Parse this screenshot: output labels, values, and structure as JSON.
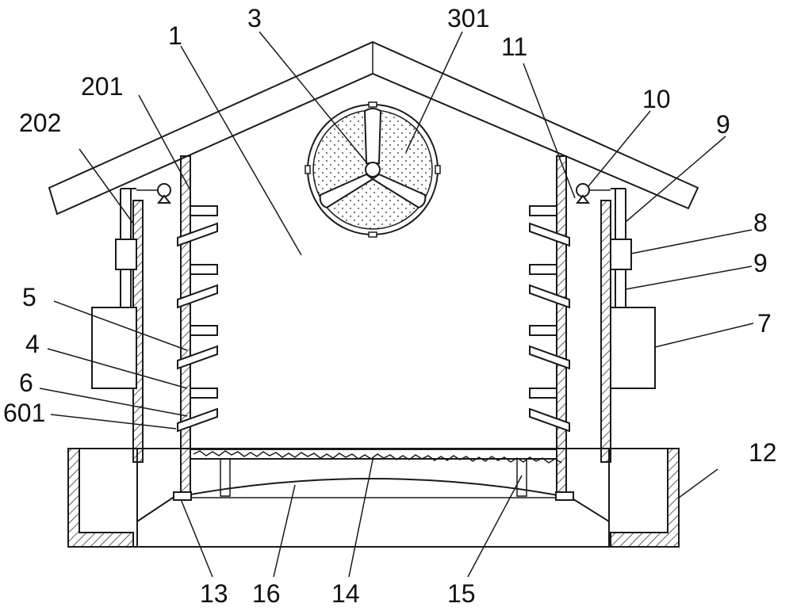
{
  "diagram": {
    "labels": {
      "l1": "1",
      "l3": "3",
      "l301": "301",
      "l11": "11",
      "l10": "10",
      "l201": "201",
      "l202": "202",
      "l9a": "9",
      "l8": "8",
      "l9b": "9",
      "l7": "7",
      "l5": "5",
      "l4": "4",
      "l6": "6",
      "l601": "601",
      "l12": "12",
      "l13": "13",
      "l16": "16",
      "l14": "14",
      "l15": "15"
    },
    "colors": {
      "line": "#1a1a1a",
      "background": "#ffffff"
    }
  }
}
